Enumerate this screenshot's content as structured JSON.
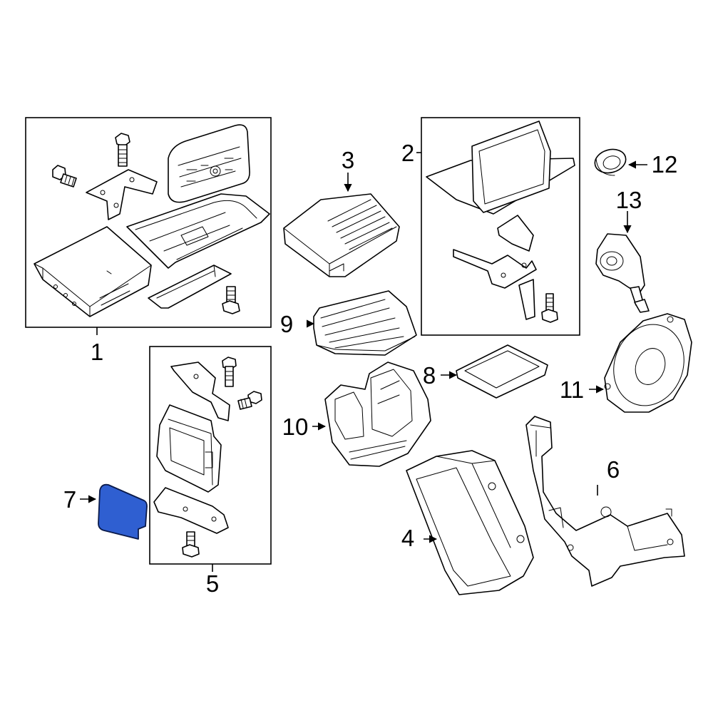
{
  "callouts": {
    "c1": "1",
    "c2": "2",
    "c3": "3",
    "c4": "4",
    "c5": "5",
    "c6": "6",
    "c7": "7",
    "c8": "8",
    "c9": "9",
    "c10": "10",
    "c11": "11",
    "c12": "12",
    "c13": "13"
  },
  "colors": {
    "highlight_fill": "#2f5fd1",
    "highlight_stroke": "#0a1a4a",
    "line": "#000000",
    "background": "#ffffff"
  },
  "highlighted_part": "7"
}
